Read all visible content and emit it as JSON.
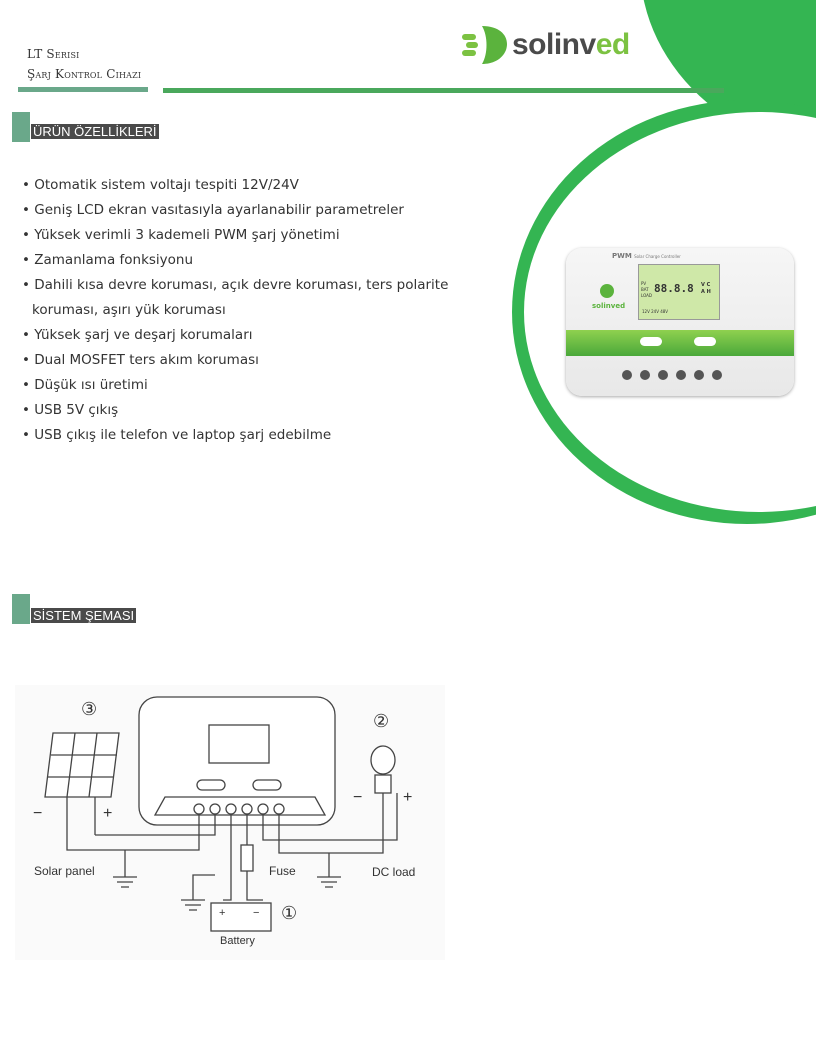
{
  "header": {
    "series_line": "LT Serisi",
    "product_line": "Şarj Kontrol Cihazı",
    "brand_part1": "solinv",
    "brand_part2": "ed"
  },
  "sections": {
    "features_title": "ÜRÜN ÖZELLİKLERİ",
    "diagram_title": "SİSTEM ŞEMASI"
  },
  "features": [
    "Otomatik sistem voltajı tespiti 12V/24V",
    "Geniş LCD ekran vasıtasıyla ayarlanabilir parametreler",
    "Yüksek verimli 3 kademeli PWM şarj yönetimi",
    "Zamanlama fonksiyonu",
    "Dahili kısa devre koruması, açık devre koruması, ters polarite koruması, aşırı yük koruması",
    "Yüksek şarj ve deşarj korumaları",
    "Dual MOSFET ters akım koruması",
    "Düşük ısı üretimi",
    "USB 5V çıkış",
    "USB çıkış ile telefon ve laptop şarj edebilme"
  ],
  "device": {
    "pwm_label": "PWM",
    "subtitle": "Solar Charge Controller",
    "lcd_digits": "88.8.8",
    "lcd_units_top": "V C",
    "lcd_units_bottom": "A H",
    "lcd_rows": [
      "PV",
      "BAT",
      "LOAD"
    ],
    "lcd_voltages": "12V 24V 48V",
    "brand": "solinved"
  },
  "diagram": {
    "solar_panel": "Solar panel",
    "fuse": "Fuse",
    "dc_load": "DC load",
    "battery": "Battery",
    "num_battery": "①",
    "num_load": "②",
    "num_panel": "③",
    "minus": "−",
    "plus": "+"
  },
  "colors": {
    "brand_green": "#3cb54a",
    "accent_teal": "#6aa88a",
    "logo_dark": "#4a4a4a",
    "logo_green": "#7cc242"
  }
}
